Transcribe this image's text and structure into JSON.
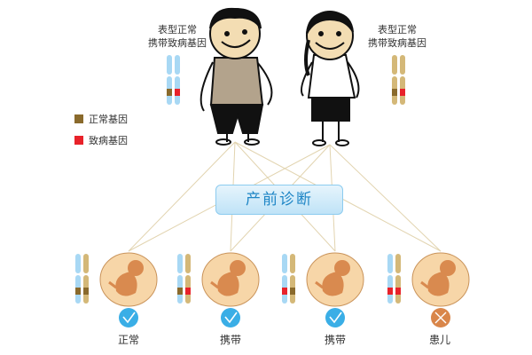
{
  "parents": {
    "father_caption": [
      "表型正常",
      "携带致病基因"
    ],
    "mother_caption": [
      "表型正常",
      "携带致病基因"
    ]
  },
  "legend": [
    {
      "label": "正常基因",
      "color": "#8a6a2c"
    },
    {
      "label": "致病基因",
      "color": "#e8222a"
    }
  ],
  "center_label": "产前诊断",
  "fetuses": [
    {
      "label": "正常",
      "status": "check",
      "genes": [
        "normal",
        "normal"
      ]
    },
    {
      "label": "携带",
      "status": "check",
      "genes": [
        "normal",
        "disease"
      ]
    },
    {
      "label": "携带",
      "status": "check",
      "genes": [
        "disease",
        "normal"
      ]
    },
    {
      "label": "患儿",
      "status": "cross",
      "genes": [
        "disease",
        "disease"
      ]
    }
  ],
  "colors": {
    "father_chrom": "#a8d8f4",
    "mother_chrom": "#d4b878",
    "check": "#3aaee6",
    "cross": "#d9864a",
    "fetus_bg": "#f7d6a8",
    "fetus": "#d98a4f"
  }
}
